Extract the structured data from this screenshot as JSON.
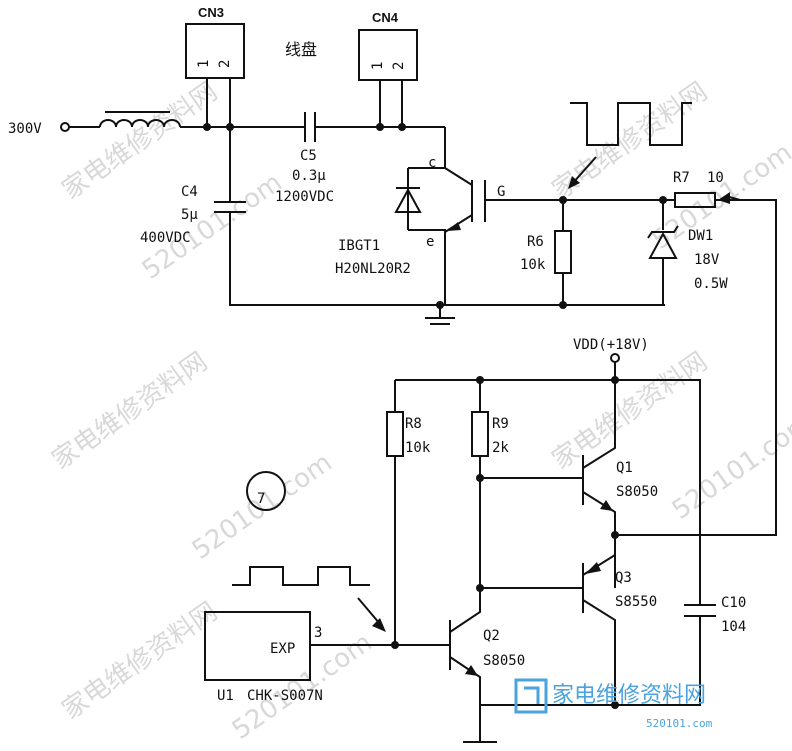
{
  "connectors": {
    "cn3": "CN3",
    "cn4": "CN4",
    "pin1": "1",
    "pin2": "2",
    "coil": "线盘"
  },
  "supply": {
    "v300": "300V",
    "vdd": "VDD(+18V)"
  },
  "caps": {
    "c5": "C5",
    "c5_val": "0.3μ",
    "c5_volt": "1200VDC",
    "c4": "C4",
    "c4_val": "5μ",
    "c4_volt": "400VDC",
    "c10": "C10",
    "c10_val": "104"
  },
  "igbt": {
    "name": "IBGT1",
    "part": "H20NL20R2",
    "c": "c",
    "e": "e",
    "g": "G"
  },
  "resistors": {
    "r6": "R6",
    "r6_val": "10k",
    "r7": "R7",
    "r7_val": "10",
    "r8": "R8",
    "r8_val": "10k",
    "r9": "R9",
    "r9_val": "2k"
  },
  "zener": {
    "name": "DW1",
    "volt": "18V",
    "power": "0.5W"
  },
  "transistors": {
    "q1": "Q1",
    "q1_part": "S8050",
    "q2": "Q2",
    "q2_part": "S8050",
    "q3": "Q3",
    "q3_part": "S8550"
  },
  "ic": {
    "pin": "EXP",
    "pin_no": "3",
    "name": "U1",
    "part": "CHK-S007N"
  },
  "figure_no": "7",
  "watermark": {
    "text": "家电维修资料网",
    "url": "520101.com"
  },
  "logo": {
    "name": "家电维修资料网",
    "url": "520101.com"
  }
}
